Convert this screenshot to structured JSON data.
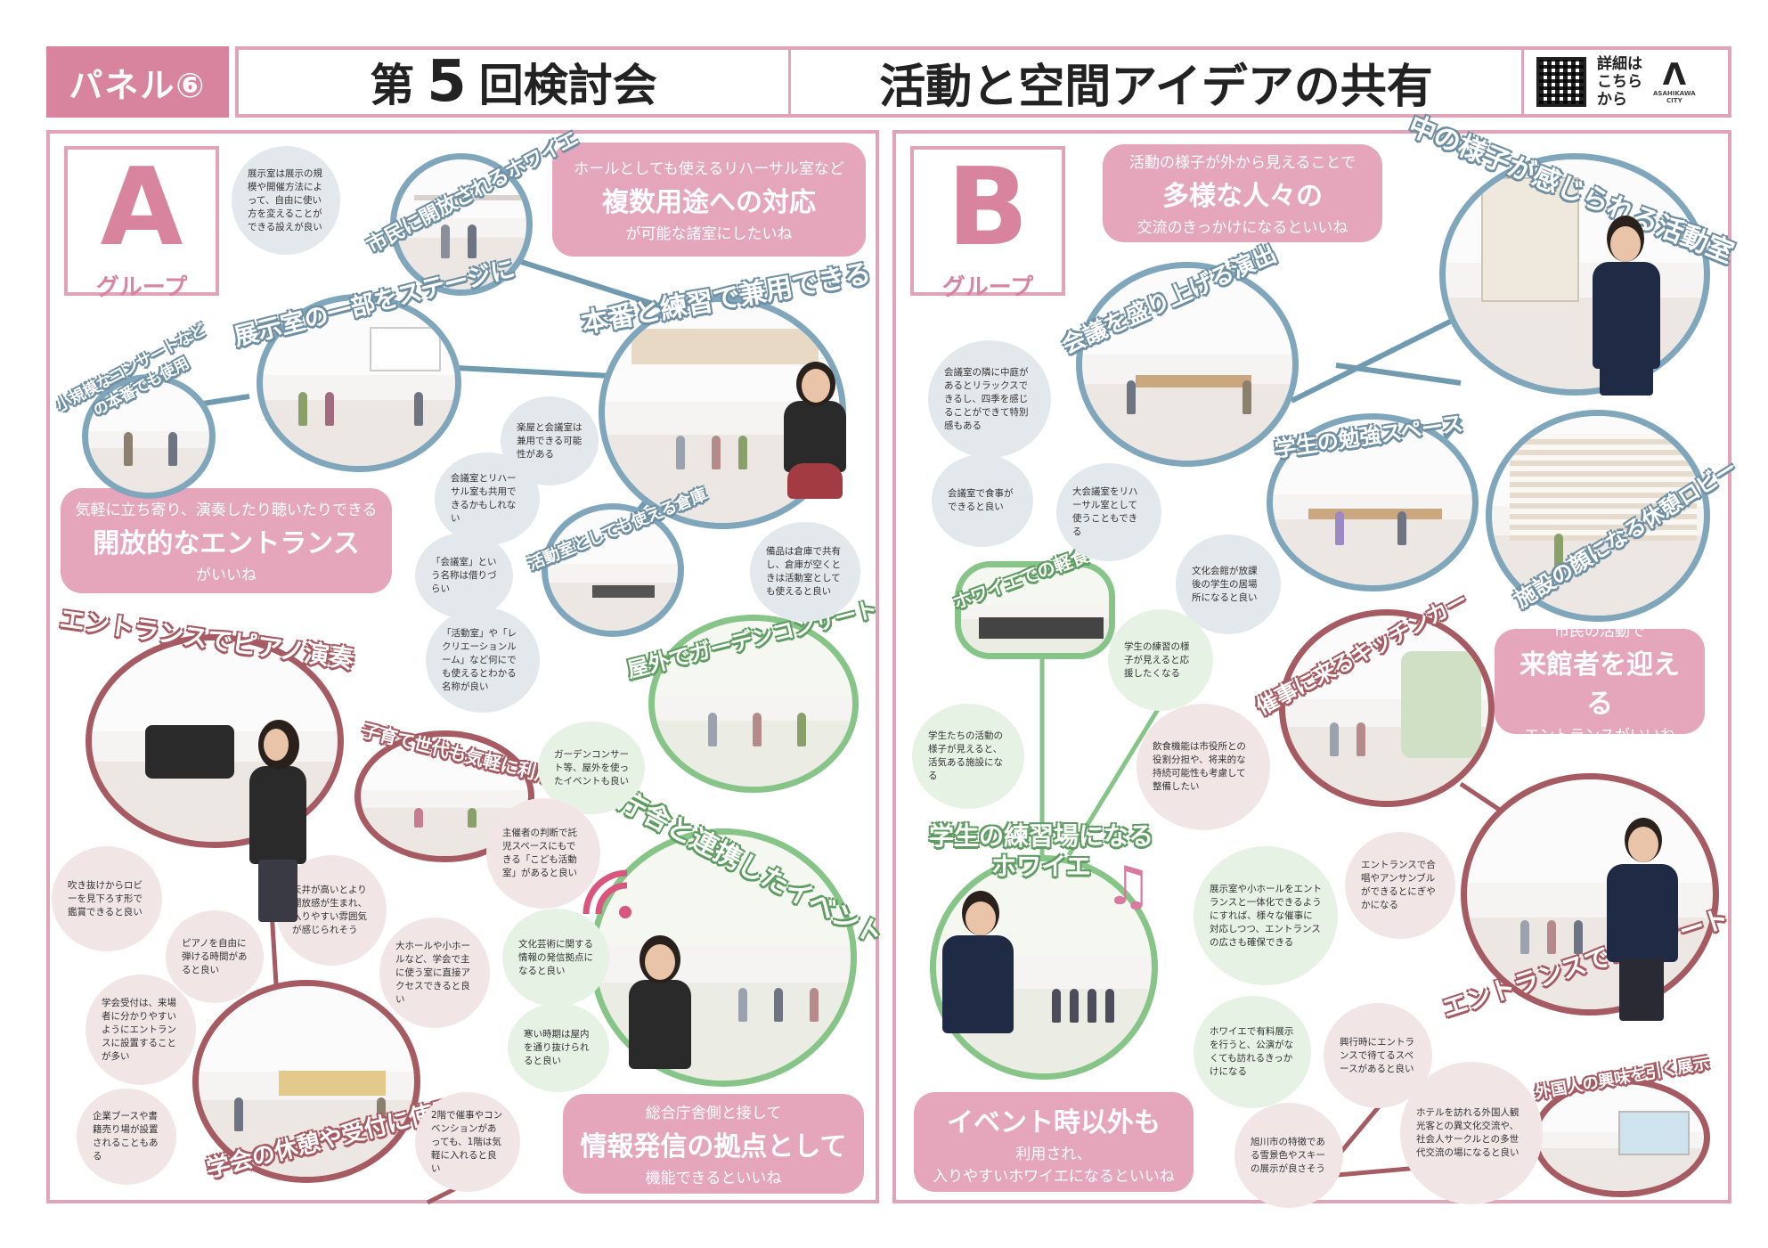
{
  "header": {
    "panel_tag": "パネル⑥",
    "meeting_prefix": "第",
    "meeting_number": "5",
    "meeting_suffix": "回検討会",
    "theme": "活動と空間アイデアの共有",
    "details_line1": "詳細は",
    "details_line2": "こちら",
    "details_line3": "から",
    "logo_mark": "Λ",
    "logo_text1": "ASAHIKAWA",
    "logo_text2": "CITY"
  },
  "group_a": {
    "letter": "A",
    "word": "グループ",
    "callouts": {
      "rehearsal": {
        "sm1": "ホールとしても使えるリハーサル室など",
        "lg": "複数用途への対応",
        "sm2": "が可能な諸室にしたいね"
      },
      "entrance": {
        "sm1": "気軽に立ち寄り、演奏したり聴いたりできる",
        "lg": "開放的なエントランス",
        "sm2": "がいいね"
      },
      "info": {
        "sm1": "総合庁舎側と接して",
        "lg": "情報発信の拠点として",
        "sm2": "機能できるといいね"
      }
    },
    "circles": {
      "foyer": "市民に開放されるホワイエ",
      "exhibition": "展示室の一部をステージに",
      "small_concert": "小規模なコンサートなどの本番でも使用",
      "practice": "本番と練習で兼用できる",
      "storage": "活動室としても使える倉庫",
      "garden": "屋外でガーデンコンサート",
      "piano": "エントランスでピアノ演奏",
      "childcare": "子育て世代も気軽に利用",
      "event": "庁舎と連携したイベント",
      "rest": "学会の休憩や受付に使用"
    },
    "notes": {
      "n1": "展示室は展示の規模や開催方法によって、自由に使い方を変えることができる設えが良い",
      "n2": "楽屋と会議室は兼用できる可能性がある",
      "n3": "会議室とリハーサル室も共用できるかもしれない",
      "n4": "「会議室」という名称は借りづらい",
      "n5": "「活動室」や「レクリエーションルーム」など何にでも使えるとわかる名称が良い",
      "n6": "備品は倉庫で共有し、倉庫が空くときは活動室としても使えると良い",
      "n7": "ガーデンコンサート等、屋外を使ったイベントも良い",
      "n8": "主催者の判断で託児スペースにもできる「こども活動室」があると良い",
      "n9": "文化芸術に関する情報の発信拠点になると良い",
      "n10": "寒い時期は屋内を通り抜けられると良い",
      "n11": "吹き抜けからロビーを見下ろす形で鑑賞できると良い",
      "n12": "ピアノを自由に弾ける時間があると良い",
      "n13": "天井が高いとより開放感が生まれ、入りやすい雰囲気が感じられそう",
      "n14": "大ホールや小ホールなど、学会で主に使う室に直接アクセスできると良い",
      "n15": "学会受付は、来場者に分かりやすいようにエントランスに設置することが多い",
      "n16": "企業ブースや書籍売り場が設置されることもある",
      "n17": "2階で催事やコンベンションがあっても、1階は気軽に入れると良い"
    }
  },
  "group_b": {
    "letter": "B",
    "word": "グループ",
    "callouts": {
      "diverse": {
        "sm1": "活動の様子が外から見えることで",
        "lg": "多様な人々の",
        "sm2": "交流のきっかけになるといいね"
      },
      "visitors": {
        "sm1": "市民の活動で",
        "lg": "来館者を迎える",
        "sm2": "エントランスがいいね"
      },
      "foyer": {
        "lg": "イベント時以外も",
        "sm1": "利用され、",
        "sm2": "入りやすいホワイエになるといいね"
      }
    },
    "circles": {
      "activity": "中の様子が感じられる活動室",
      "meeting": "会議を盛り上げる演出",
      "study": "学生の勉強スペース",
      "lobby": "施設の顔になる休憩ロビー",
      "snack": "ホワイエでの軽食",
      "kitchen": "催事に来るキッチンカー",
      "practice": "学生の練習場になるホワイエ",
      "concert": "エントランスでコンサート",
      "foreign": "外国人の興味を引く展示"
    },
    "notes": {
      "n1": "会議室の隣に中庭があるとリラックスできるし、四季を感じることができて特別感もある",
      "n2": "会議室で食事ができると良い",
      "n3": "大会議室をリハーサル室として使うこともできる",
      "n4": "文化会館が放課後の学生の居場所になると良い",
      "n5": "学生の練習の様子が見えると応援したくなる",
      "n6": "学生たちの活動の様子が見えると、活気ある施設になる",
      "n7": "飲食機能は市役所との役割分担や、将来的な持続可能性も考慮して整備したい",
      "n8": "展示室や小ホールをエントランスと一体化できるようにすれば、様々な催事に対応しつつ、エントランスの広さも確保できる",
      "n9": "ホワイエで有料展示を行うと、公演がなくても訪れるきっかけになる",
      "n10": "エントランスで合唱やアンサンブルができるとにぎやかになる",
      "n11": "興行時にエントランスで待てるスペースがあると良い",
      "n12": "ホテルを訪れる外国人観光客との異文化交流や、社会人サークルとの多世代交流の場になると良い",
      "n13": "旭川市の特徴である雪景色やスキーの展示が良さそう"
    }
  },
  "colors": {
    "pink": "#e5a6bb",
    "pink_dark": "#d9849f",
    "blue_ring": "#7fa6bb",
    "red_ring": "#a65a62",
    "green_ring": "#86c487"
  }
}
